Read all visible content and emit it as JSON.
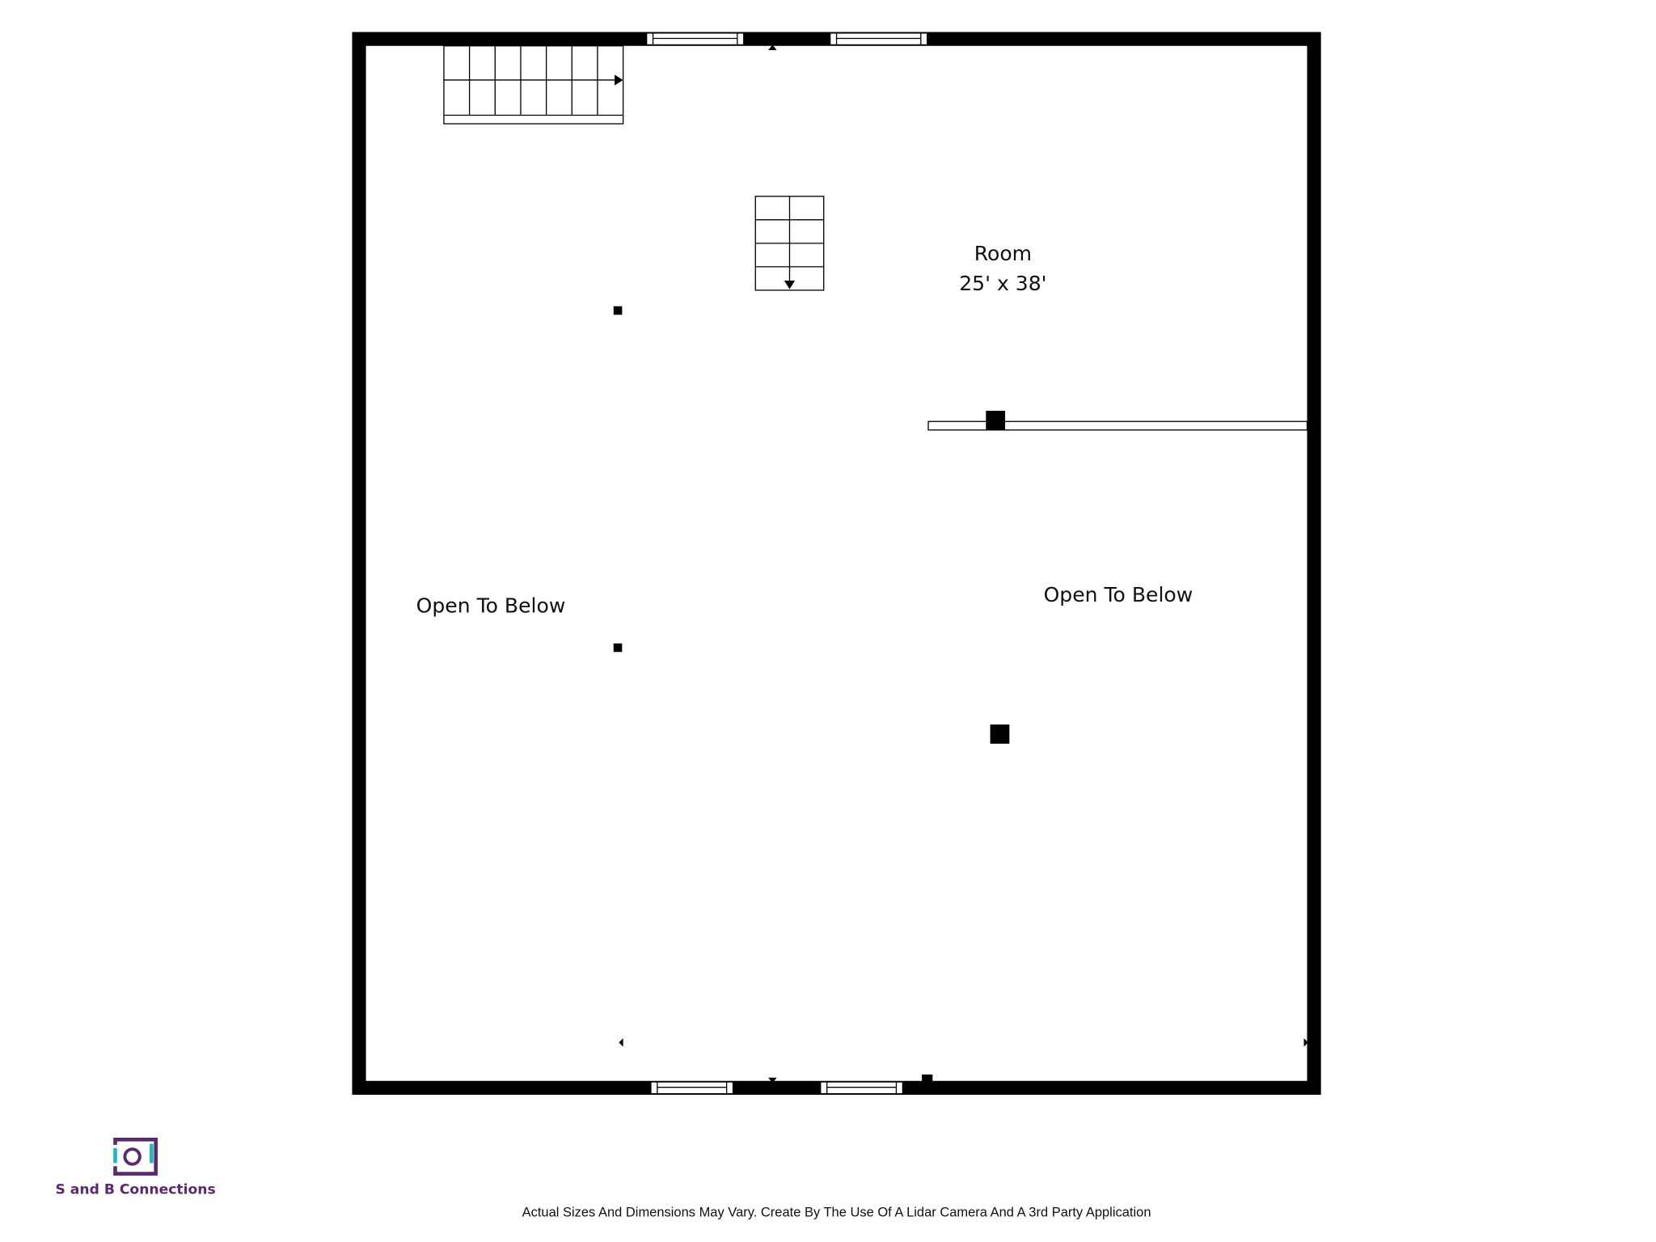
{
  "rooms": [
    {
      "name": "Room",
      "dimensions": "25' x 38'"
    },
    {
      "name": "Open To Below"
    },
    {
      "name": "Open To Below"
    }
  ],
  "logo": {
    "text": "S and B Connections",
    "primary_color": "#5b2a6e",
    "accent_color": "#1fb8b8"
  },
  "footer": {
    "disclaimer": "Actual Sizes And Dimensions May Vary. Create By The Use Of A Lidar Camera And A 3rd Party Application"
  },
  "colors": {
    "wall": "#000000",
    "background": "#ffffff"
  }
}
